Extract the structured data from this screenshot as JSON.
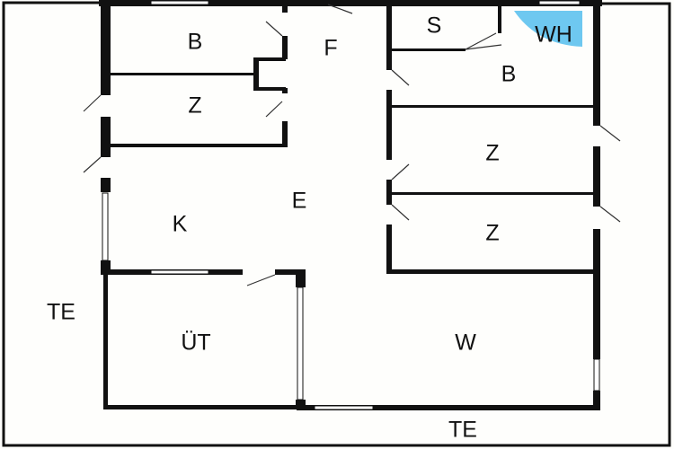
{
  "rooms": [
    {
      "id": "b1",
      "label": "B"
    },
    {
      "id": "f",
      "label": "F"
    },
    {
      "id": "z1",
      "label": "Z"
    },
    {
      "id": "e",
      "label": "E"
    },
    {
      "id": "k",
      "label": "K"
    },
    {
      "id": "s",
      "label": "S"
    },
    {
      "id": "wh",
      "label": "WH"
    },
    {
      "id": "b2",
      "label": "B"
    },
    {
      "id": "z2",
      "label": "Z"
    },
    {
      "id": "z3",
      "label": "Z"
    },
    {
      "id": "ut",
      "label": "ÜT"
    },
    {
      "id": "w",
      "label": "W"
    },
    {
      "id": "te1",
      "label": "TE"
    },
    {
      "id": "te2",
      "label": "TE"
    }
  ],
  "colors": {
    "wall": "#111111",
    "highlight": "#6ec8f0",
    "background": "#fefefc"
  }
}
